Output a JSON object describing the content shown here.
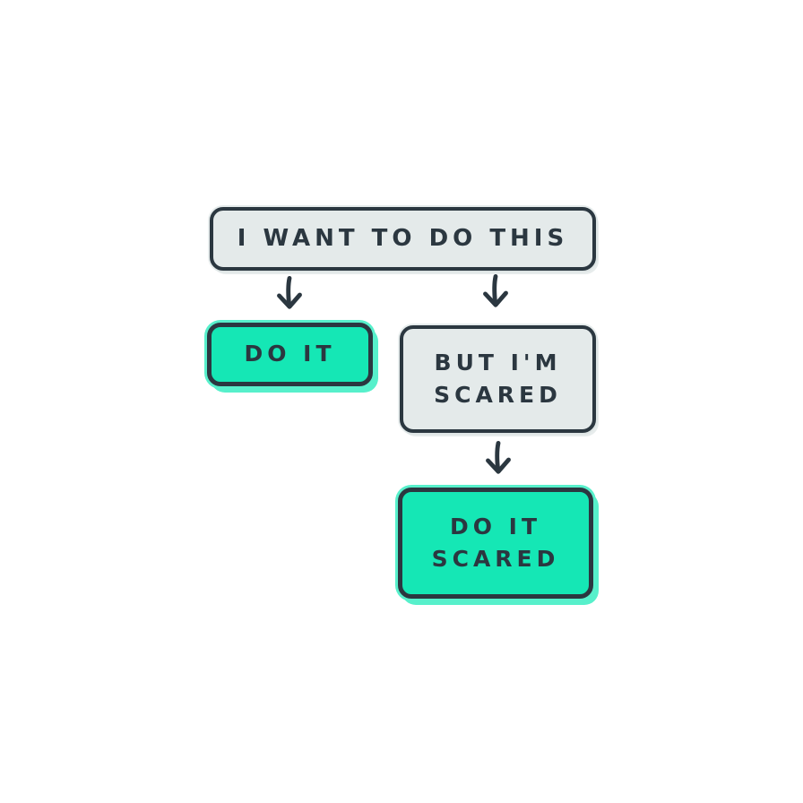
{
  "diagram": {
    "type": "flowchart",
    "nodes": [
      {
        "id": "want",
        "label": "I WANT TO DO THIS",
        "variant": "gray",
        "lines": 1
      },
      {
        "id": "do-it",
        "label": "DO IT",
        "variant": "green",
        "lines": 1
      },
      {
        "id": "but-im-scared",
        "label": "BUT I'M\nSCARED",
        "variant": "gray",
        "lines": 2
      },
      {
        "id": "do-it-scared",
        "label": "DO IT\nSCARED",
        "variant": "green",
        "lines": 2
      }
    ],
    "edges": [
      {
        "from": "want",
        "to": "do-it",
        "icon": "arrow-down-icon"
      },
      {
        "from": "want",
        "to": "but-im-scared",
        "icon": "arrow-down-icon"
      },
      {
        "from": "but-im-scared",
        "to": "do-it-scared",
        "icon": "arrow-down-icon"
      }
    ]
  },
  "colors": {
    "bg": "#ffffff",
    "ink": "#2b3740",
    "gray": "#e4eaea",
    "green": "#15e7b5",
    "green_glow": "#57f0cb"
  }
}
